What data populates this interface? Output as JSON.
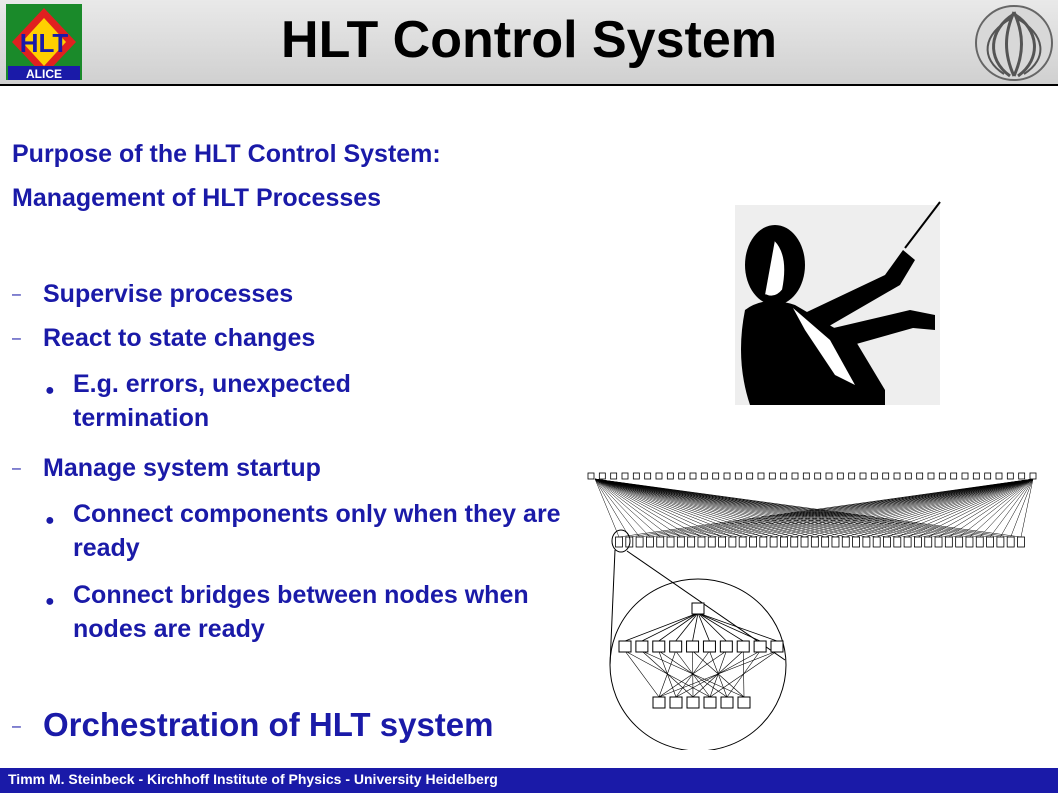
{
  "slide": {
    "title": "HLT Control System",
    "heading1": "Purpose of the HLT Control System:",
    "heading2": "Management of HLT Processes",
    "items": [
      "Supervise processes",
      "React to state changes",
      "Manage system startup"
    ],
    "subitems": [
      "E.g. errors, unexpected termination",
      "Connect components only when they are ready",
      "Connect bridges between nodes when nodes are ready"
    ],
    "big_item": "Orchestration of HLT system",
    "dash": "–",
    "bullet": "●",
    "logo_text": "ALICE"
  },
  "footer": {
    "text": "Timm M. Steinbeck - Kirchhoff Institute of Physics - University Heidelberg"
  },
  "colors": {
    "text_blue": "#1a1aa8",
    "footer_blue": "#1a1aa8",
    "header_gray": "#d9d9d9"
  }
}
